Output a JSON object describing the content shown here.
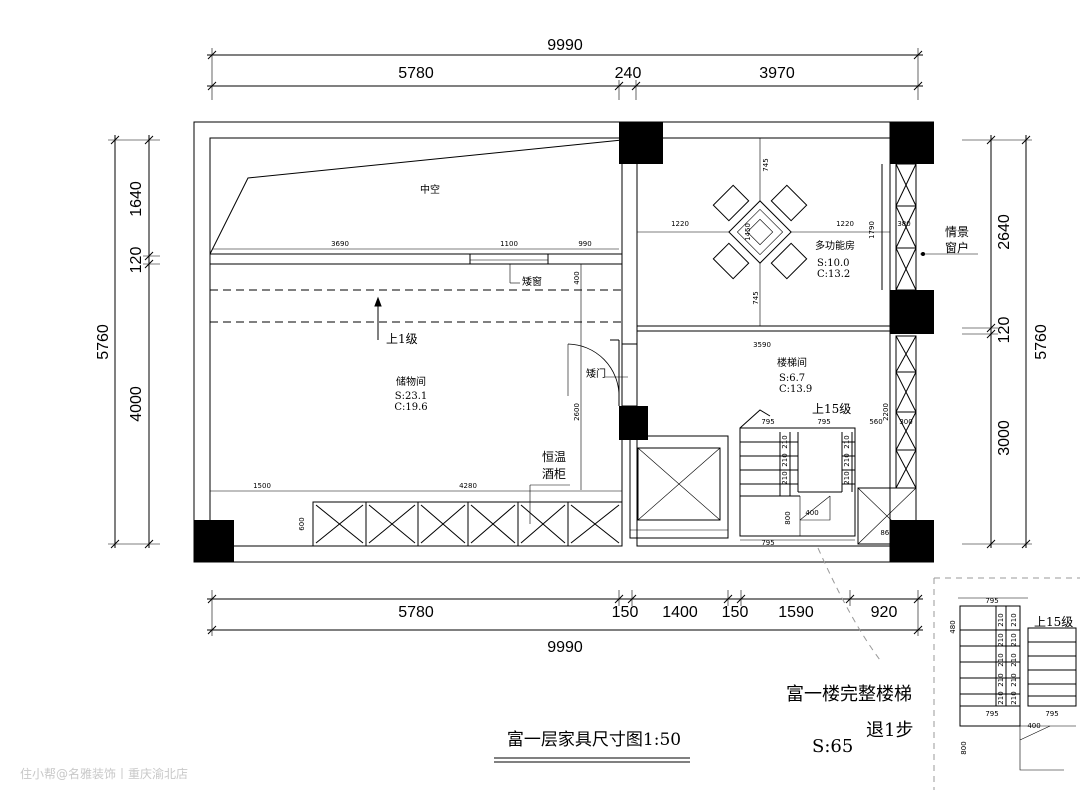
{
  "drawing": {
    "title": "富一层家具尺寸图1:50",
    "watermark": "住小帮@名雅装饰丨重庆渝北店"
  },
  "dimensions": {
    "top_total": "9990",
    "top_segments": [
      "5780",
      "240",
      "3970"
    ],
    "bottom_segments": [
      "5780",
      "150",
      "1400",
      "150",
      "1590",
      "920"
    ],
    "bottom_total": "9990",
    "left_segments": [
      "1640",
      "120",
      "4000"
    ],
    "left_total": "5760",
    "right_segments": [
      "2640",
      "120",
      "3000"
    ],
    "right_total": "5760"
  },
  "rooms": {
    "void": {
      "name": "中空"
    },
    "storage": {
      "name": "储物间",
      "area": "S:23.1",
      "perimeter": "C:19.6"
    },
    "multi": {
      "name": "多功能房",
      "area": "S:10.0",
      "perimeter": "C:13.2"
    },
    "stair": {
      "name": "楼梯间",
      "area": "S:6.7",
      "perimeter": "C:13.9"
    }
  },
  "labels": {
    "low_window": "矮窗",
    "low_door": "矮门",
    "up_one": "上1级",
    "up_fifteen": "上15级",
    "wine_1": "恒温",
    "wine_2": "酒柜",
    "scene_1": "情景",
    "scene_2": "窗户"
  },
  "small_dims": {
    "d3690": "3690",
    "d1100": "1100",
    "d990": "990",
    "d400": "400",
    "d2600": "2600",
    "d1500": "1500",
    "d4280": "4280",
    "d600": "600",
    "d1220a": "1220",
    "d1220b": "1220",
    "d1790": "1790",
    "d380": "380",
    "d745a": "745",
    "d745b": "745",
    "d1450": "1450",
    "d3590": "3590",
    "d795a": "795",
    "d795b": "795",
    "d560": "560",
    "d2200": "2200",
    "d300": "300",
    "d800": "800",
    "d400s": "400",
    "d860": "860",
    "d795c": "795",
    "d210": "210"
  },
  "inset": {
    "note_1": "富一楼完整楼梯",
    "note_2": "退1步",
    "area": "S:65",
    "up_fifteen": "上15级",
    "d795top": "795",
    "d480": "480",
    "d210": "210",
    "d795l": "795",
    "d400": "400",
    "d795r": "795",
    "d800": "800"
  }
}
